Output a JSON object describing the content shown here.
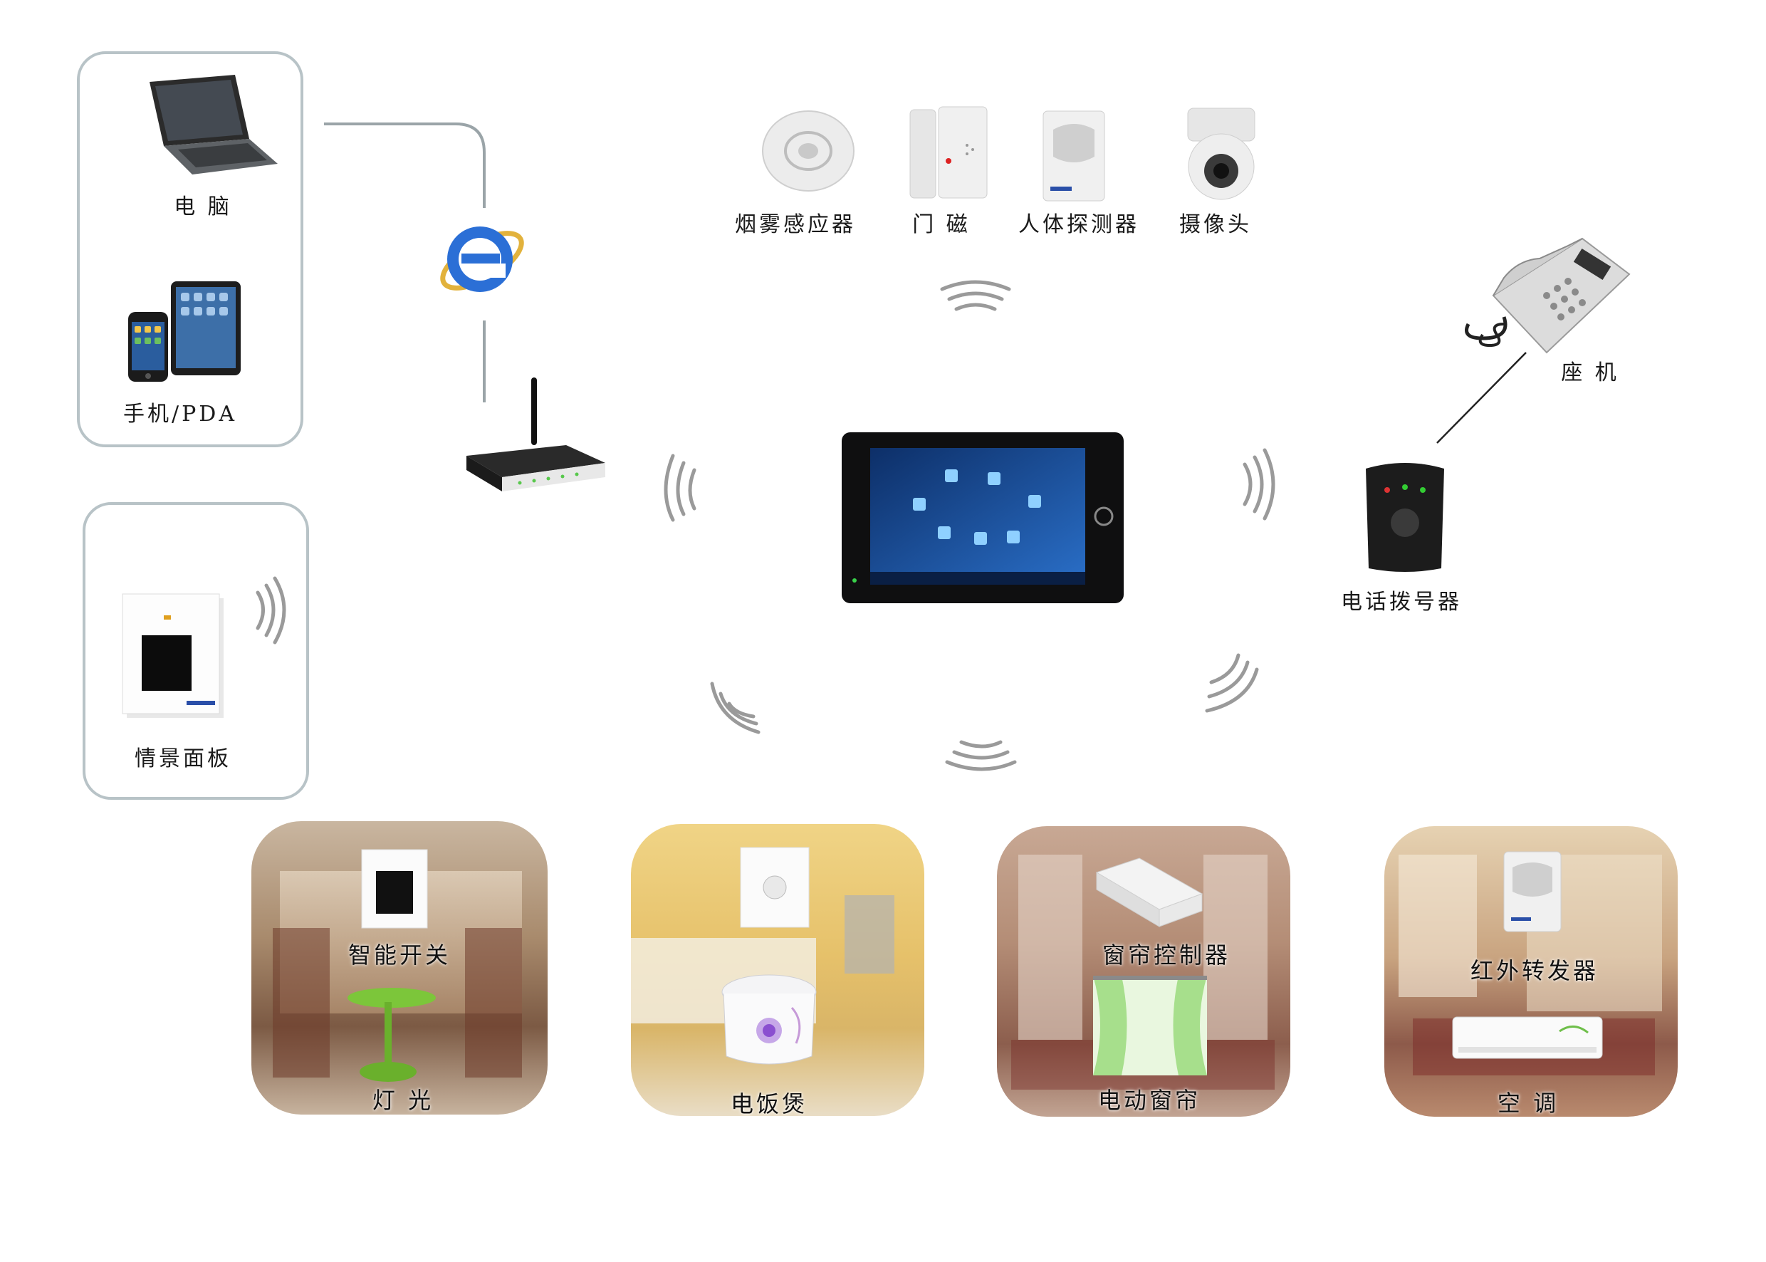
{
  "clients": {
    "computer_label": "电 脑",
    "mobile_label": "手机/PDA"
  },
  "scene_panel_label": "情景面板",
  "sensors": {
    "smoke_detector": "烟雾感应器",
    "door_magnet": "门 磁",
    "motion_detector": "人体探测器",
    "camera": "摄像头"
  },
  "telephone": {
    "landline_label": "座 机",
    "dialer_label": "电话拨号器"
  },
  "scenes": [
    {
      "top_label": "智能开关",
      "bottom_label": "灯 光"
    },
    {
      "top_label": "",
      "bottom_label": "电饭煲"
    },
    {
      "top_label": "窗帘控制器",
      "bottom_label": "电动窗帘"
    },
    {
      "top_label": "红外转发器",
      "bottom_label": "空 调"
    }
  ],
  "colors": {
    "box_border": "#b8c3c7",
    "wave": "#9a9a9a",
    "accent_blue": "#2b6fd6",
    "lamp_green": "#7cc63a"
  }
}
